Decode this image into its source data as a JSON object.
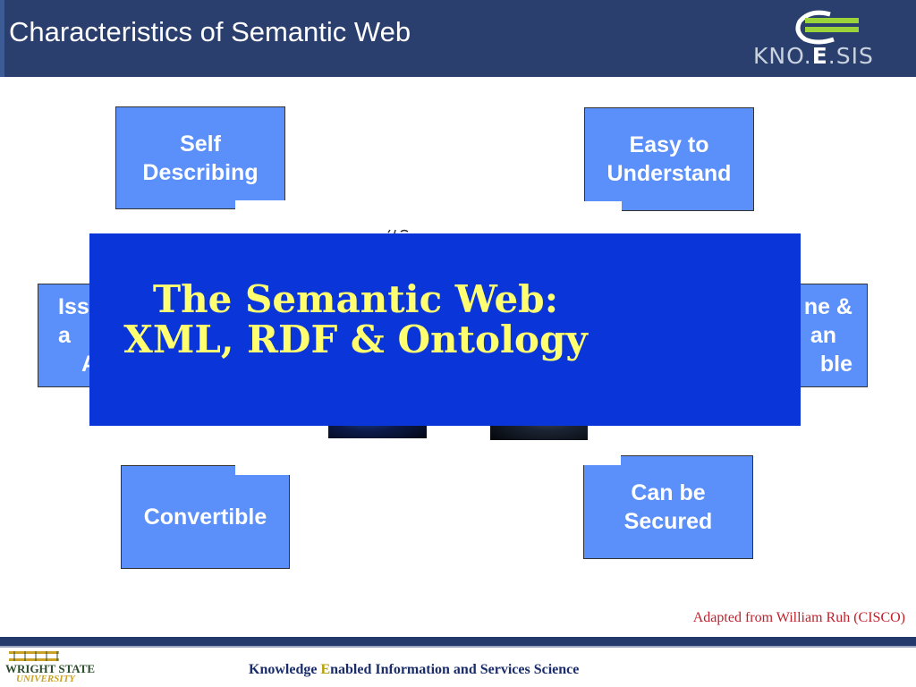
{
  "slide": {
    "title": "Characteristics of Semantic Web"
  },
  "logo": {
    "text_pre": "KNO.",
    "text_e": "E",
    "text_post": ".SIS"
  },
  "cards": {
    "self_describing": [
      "Self",
      "Describing"
    ],
    "easy_to_understand": [
      "Easy to",
      "Understand"
    ],
    "left_partial": [
      "Iss",
      "a",
      "Au"
    ],
    "right_partial": [
      "ne &",
      "an",
      "ble"
    ],
    "convertible": [
      "Convertible"
    ],
    "can_be_secured": [
      "Can be",
      "Secured"
    ]
  },
  "banner": {
    "line1": "The Semantic Web:",
    "line2": "XML, RDF & Ontology"
  },
  "credit": "Adapted from William Ruh (CISCO)",
  "footer": {
    "university_name": "WRIGHT STATE",
    "university_sub": "UNIVERSITY",
    "tagline_pre": "Knowledge ",
    "tagline_e": "E",
    "tagline_post": "nabled Information and Services Science"
  },
  "colors": {
    "header": "#2a3f6e",
    "card": "#5b8ff9",
    "banner": "#0a36d9",
    "banner_text": "#ffff70",
    "credit": "#c0202a"
  }
}
